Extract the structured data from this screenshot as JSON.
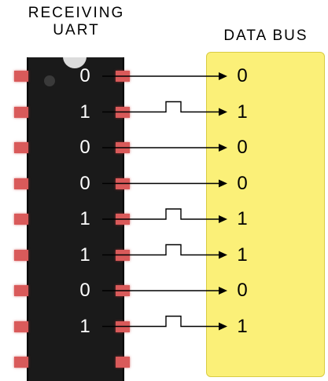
{
  "uart_title": {
    "line1": "RECEIVING",
    "line2": "UART"
  },
  "bus_title": "DATA BUS",
  "bits": [
    "0",
    "1",
    "0",
    "0",
    "1",
    "1",
    "0",
    "1"
  ],
  "colors": {
    "chip": "#1a1a1a",
    "pin": "#d95a5a",
    "bus": "#fbf078",
    "wire": "#000000"
  }
}
